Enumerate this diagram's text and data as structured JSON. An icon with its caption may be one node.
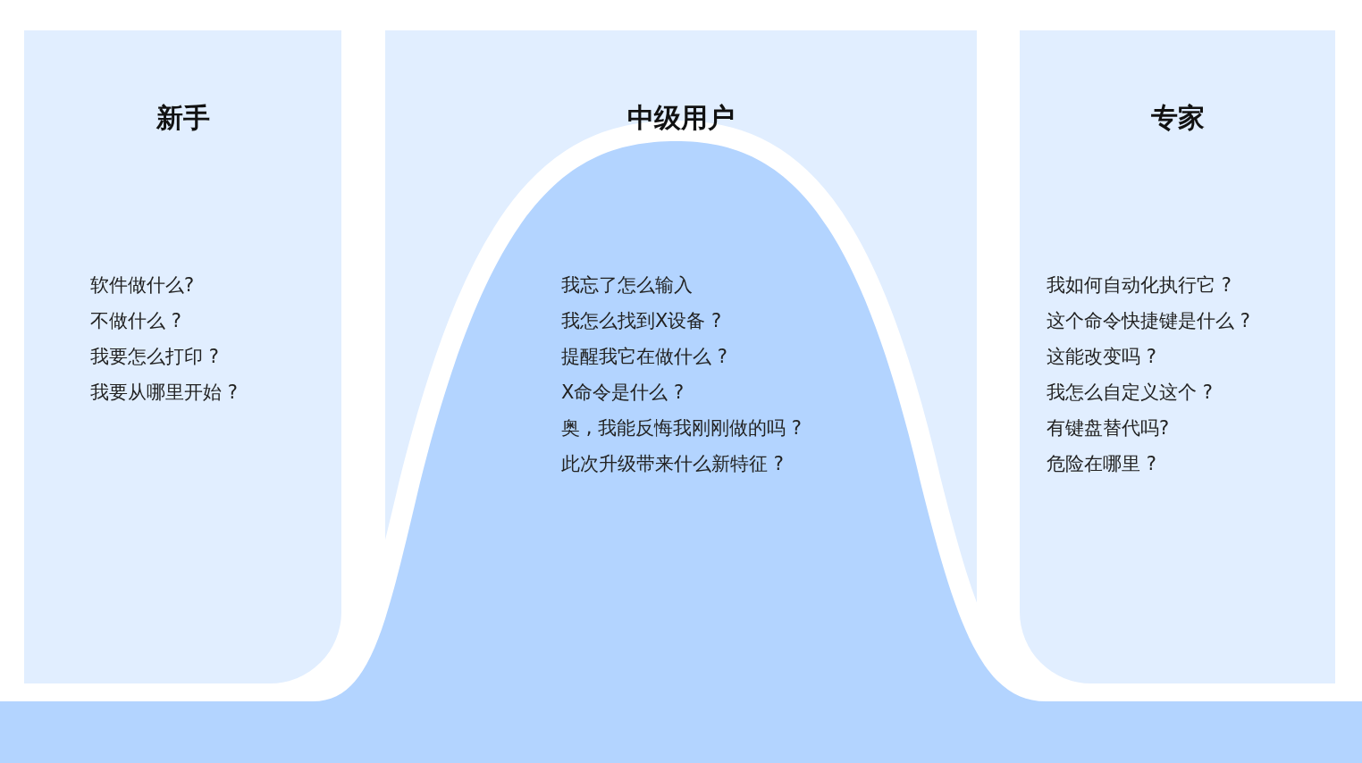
{
  "diagram": {
    "nodes": [
      {
        "text": [
          "新手",
          "软件做什么?",
          "不做什么 ?",
          "我要怎么打印 ?",
          "我要从哪里开始 ?"
        ]
      },
      {
        "text": [
          "中级用户",
          "我忘了怎么输入",
          "我怎么找到X设备 ?",
          "提醒我它在做什么 ?",
          "X命令是什么 ?",
          "奥 , 我能反悔我刚刚做的吗 ?",
          "此次升级带来什么新特征 ?"
        ]
      },
      {
        "text": [
          "专家",
          "我如何自动化执行它 ?",
          "这个命令快捷键是什么 ?",
          "这能改变吗 ?",
          "我怎么自定义这个 ?",
          "有键盘替代吗?",
          "危险在哪里 ?"
        ]
      }
    ]
  }
}
